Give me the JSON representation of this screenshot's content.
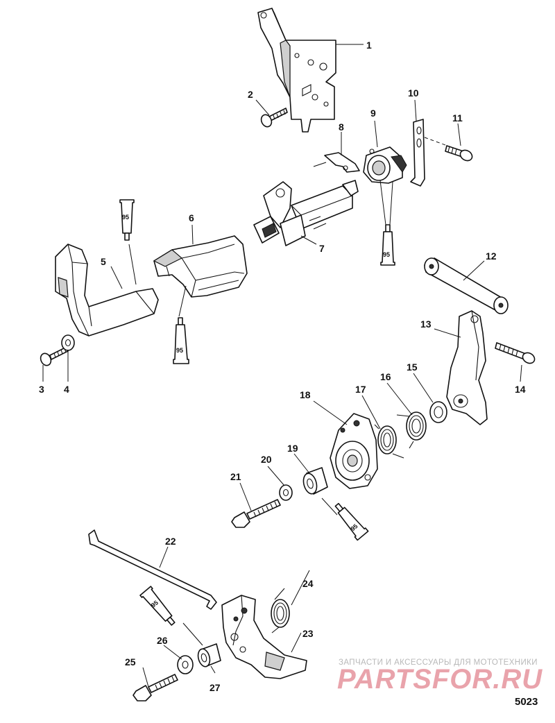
{
  "diagram": {
    "part_numbers": [
      "1",
      "2",
      "3",
      "4",
      "5",
      "6",
      "7",
      "8",
      "9",
      "10",
      "11",
      "12",
      "13",
      "14",
      "15",
      "16",
      "17",
      "18",
      "19",
      "20",
      "21",
      "22",
      "23",
      "24",
      "25",
      "26",
      "27"
    ],
    "sealant_code": "95",
    "figure_code": "5023"
  },
  "watermark": {
    "tagline": "ЗАПЧАСТИ И АКСЕССУАРЫ ДЛЯ МОТОТЕХНИКИ",
    "brand": "PARTSFOR.RU"
  },
  "colors": {
    "line": "#111111",
    "watermark_red": "#e9a3ab",
    "watermark_gray": "#b8b8b8"
  }
}
